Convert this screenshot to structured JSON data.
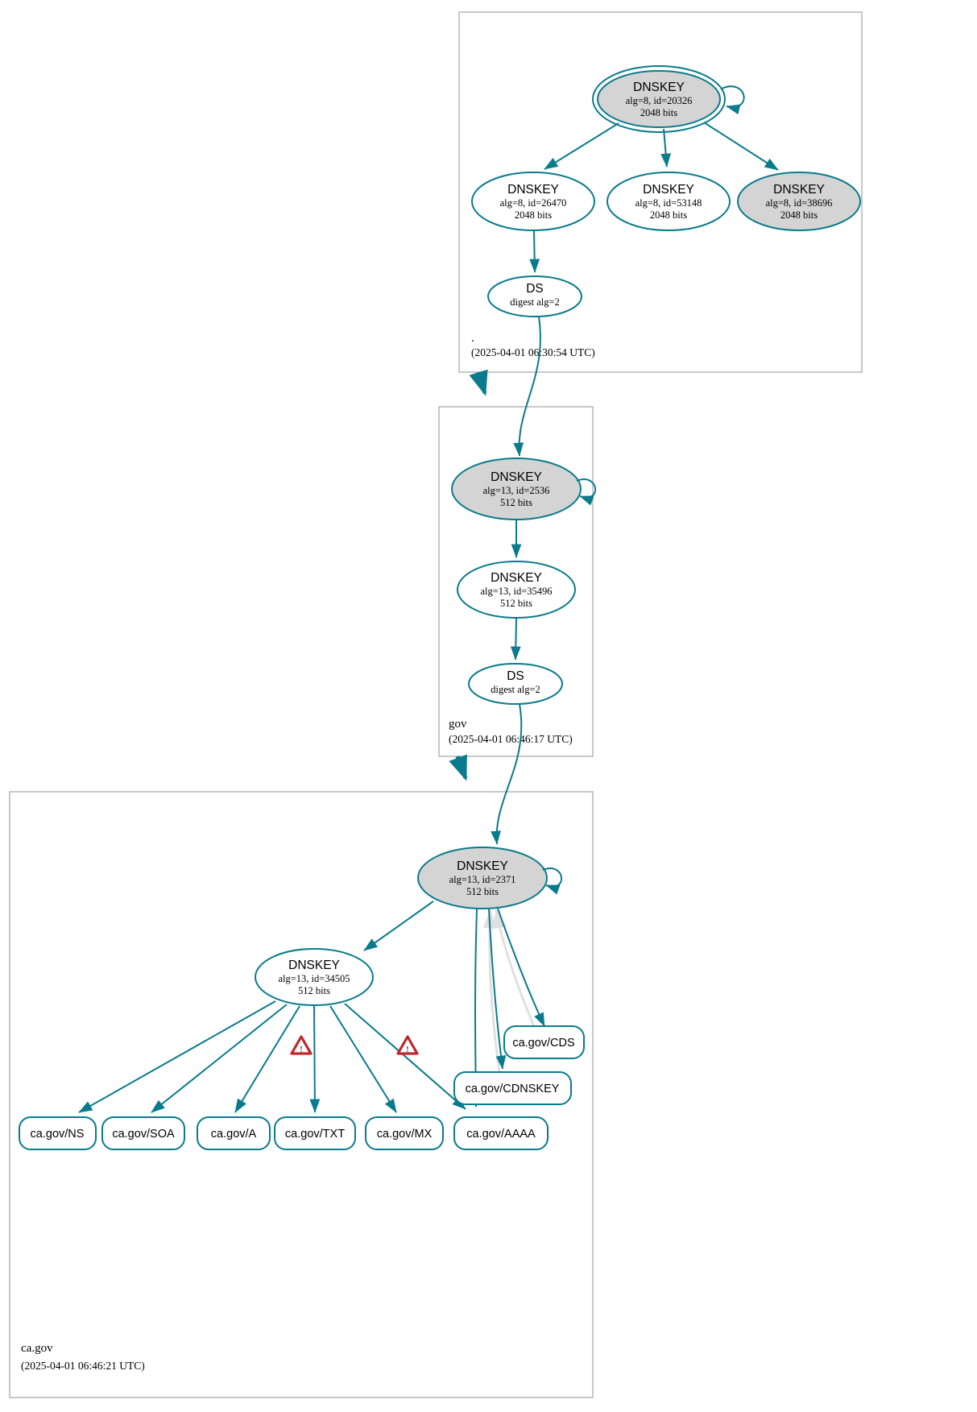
{
  "diagram": {
    "kind": "dnssec-authentication-chain",
    "colors": {
      "edge": "#0a7b8c",
      "node_stroke": "#0a7b8c",
      "secure_key_fill": "#d4d4d4",
      "plain_fill": "#ffffff",
      "zone_border": "#b0b0b0",
      "warning": "#c0272d",
      "grey_edge": "#e0e0e0"
    }
  },
  "zones": [
    {
      "id": "root",
      "label": ".",
      "timestamp": "(2025-04-01 06:30:54 UTC)",
      "nodes": [
        {
          "id": "root-ksk-20326",
          "type": "DNSKEY",
          "title": "DNSKEY",
          "line2": "alg=8, id=20326",
          "line3": "2048 bits",
          "style": "trust-anchor-grey",
          "self_signed": true
        },
        {
          "id": "root-zsk-26470",
          "type": "DNSKEY",
          "title": "DNSKEY",
          "line2": "alg=8, id=26470",
          "line3": "2048 bits",
          "style": "white"
        },
        {
          "id": "root-zsk-53148",
          "type": "DNSKEY",
          "title": "DNSKEY",
          "line2": "alg=8, id=53148",
          "line3": "2048 bits",
          "style": "white"
        },
        {
          "id": "root-ksk-38696",
          "type": "DNSKEY",
          "title": "DNSKEY",
          "line2": "alg=8, id=38696",
          "line3": "2048 bits",
          "style": "grey"
        },
        {
          "id": "root-ds",
          "type": "DS",
          "title": "DS",
          "line2": "digest alg=2",
          "style": "white"
        }
      ]
    },
    {
      "id": "gov",
      "label": "gov",
      "timestamp": "(2025-04-01 06:46:17 UTC)",
      "nodes": [
        {
          "id": "gov-ksk-2536",
          "type": "DNSKEY",
          "title": "DNSKEY",
          "line2": "alg=13, id=2536",
          "line3": "512 bits",
          "style": "grey",
          "self_signed": true
        },
        {
          "id": "gov-zsk-35496",
          "type": "DNSKEY",
          "title": "DNSKEY",
          "line2": "alg=13, id=35496",
          "line3": "512 bits",
          "style": "white"
        },
        {
          "id": "gov-ds",
          "type": "DS",
          "title": "DS",
          "line2": "digest alg=2",
          "style": "white"
        }
      ]
    },
    {
      "id": "cagov",
      "label": "ca.gov",
      "timestamp": "(2025-04-01 06:46:21 UTC)",
      "nodes": [
        {
          "id": "cagov-ksk-2371",
          "type": "DNSKEY",
          "title": "DNSKEY",
          "line2": "alg=13, id=2371",
          "line3": "512 bits",
          "style": "grey",
          "self_signed": true
        },
        {
          "id": "cagov-zsk-34505",
          "type": "DNSKEY",
          "title": "DNSKEY",
          "line2": "alg=13, id=34505",
          "line3": "512 bits",
          "style": "white"
        }
      ],
      "rrsets": [
        {
          "id": "rr-ns",
          "label": "ca.gov/NS"
        },
        {
          "id": "rr-soa",
          "label": "ca.gov/SOA"
        },
        {
          "id": "rr-a",
          "label": "ca.gov/A"
        },
        {
          "id": "rr-txt",
          "label": "ca.gov/TXT"
        },
        {
          "id": "rr-mx",
          "label": "ca.gov/MX"
        },
        {
          "id": "rr-aaaa",
          "label": "ca.gov/AAAA"
        },
        {
          "id": "rr-cdnskey",
          "label": "ca.gov/CDNSKEY"
        },
        {
          "id": "rr-cds",
          "label": "ca.gov/CDS"
        }
      ],
      "warnings": [
        {
          "id": "warn-1",
          "glyph": "!"
        },
        {
          "id": "warn-2",
          "glyph": "!"
        }
      ]
    }
  ]
}
